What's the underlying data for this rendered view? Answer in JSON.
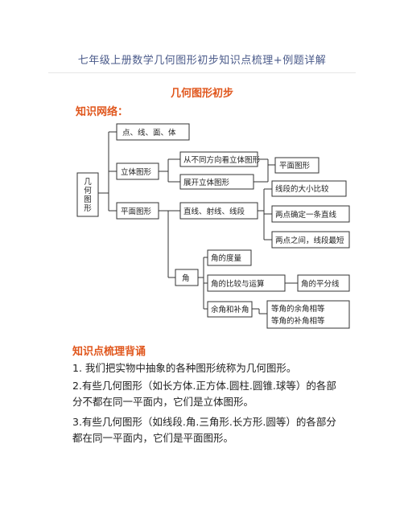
{
  "document": {
    "title": "七年级上册数学几何图形初步知识点梳理+例题详解",
    "section_title": "几何图形初步",
    "network_heading": "知识网络：",
    "points_heading": "知识点梳理背诵",
    "paragraphs": [
      "1. 我们把实物中抽象的各种图形统称为几何图形。",
      "2.有些几何图形（如长方体.正方体.圆柱.圆锥.球等）的各部分不都在同一平面内，它们是立体图形。",
      "3.有些几何图形（如线段.角.三角形.长方形.圆等）的各部分都在同一平面内，它们是平面图形。"
    ]
  },
  "diagram": {
    "root": "几何图形",
    "nodes": {
      "points": "点、线、面、体",
      "solid": "立体图形",
      "plane": "平面图形",
      "views": "从不同方向看立体图形",
      "unfold": "展开立体图形",
      "plane_shape": "平面图形",
      "lines": "直线、射线、线段",
      "compare_seg": "线段的大小比较",
      "two_points": "两点确定一条直线",
      "shortest": "两点之间，线段最短",
      "angle": "角",
      "measure": "角的度量",
      "angle_ops": "角的比较与运算",
      "bisector": "角的平分线",
      "comp_supp": "余角和补角",
      "equal_comp": "等角的余角相等",
      "equal_supp": "等角的补角相等"
    }
  }
}
